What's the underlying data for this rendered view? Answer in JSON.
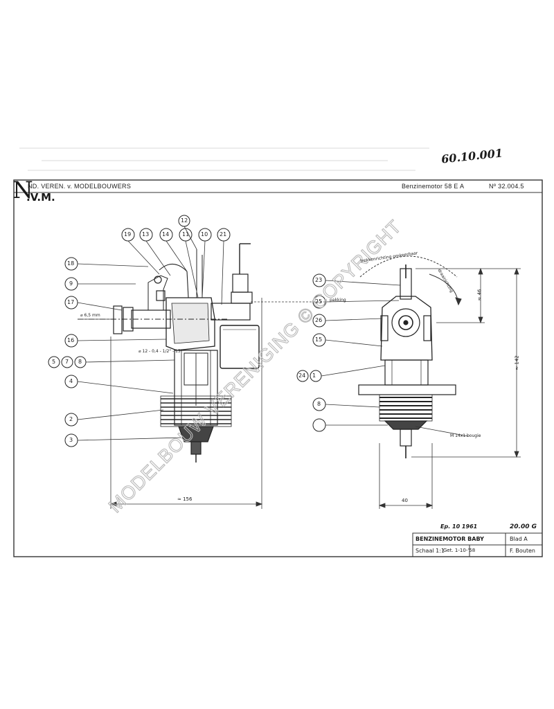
{
  "handwritten_number": "60.10.001",
  "header": {
    "org_name": "ND. VEREN. v. MODELBOUWERS",
    "logo_n": "N",
    "logo_vm": ".V.M.",
    "subject": "Benzinemotor 58 E A",
    "drawing_number": "Nº 32.004.5"
  },
  "left_view": {
    "callouts_left": [
      "18",
      "9",
      "17",
      "16",
      "5",
      "7",
      "8",
      "4",
      "2",
      "3"
    ],
    "callouts_top": [
      "19",
      "13",
      "14",
      "12",
      "11",
      "10",
      "21"
    ],
    "labels": {
      "shaft": "⌀ 6,5 mm",
      "thread": "⌀ 12 - 0,4 - 1/2\" - 15\"",
      "dimension": "≈ 156"
    }
  },
  "right_view": {
    "callouts": [
      "23",
      "25",
      "26",
      "15",
      "24",
      "1",
      "8"
    ],
    "labels": {
      "arc_upper": "trekkenrichting omkeerbaar",
      "arc_lower": "draairichting",
      "note_mid": "pakking",
      "note_bottom": "M 14x1 bougie",
      "dim_height": "≈ 142",
      "dim_small": "≈ 46",
      "dim_width": "40"
    }
  },
  "title_block": {
    "date_label": "Ep. 10 1961",
    "total": "20.00 G",
    "title": "BENZINEMOTOR  BABY",
    "sheet": "Blad A",
    "scale": "Schaal 1:1",
    "date": "Get. 1-10-'58",
    "drafter": "F. Bouten"
  },
  "watermark": "MODELBOUW VERENIGING © COPYRIGHT"
}
